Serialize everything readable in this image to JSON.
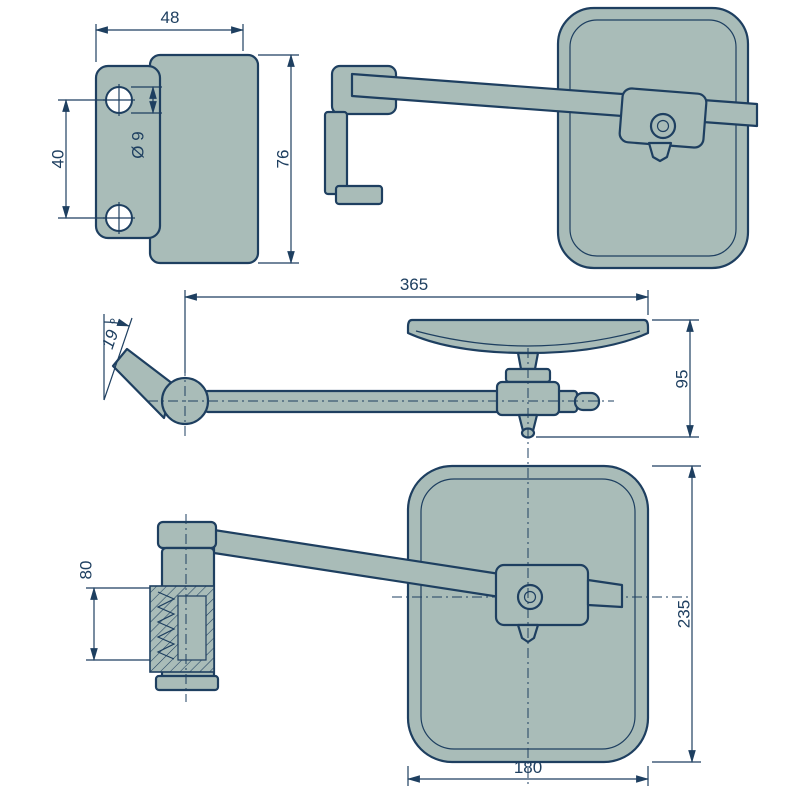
{
  "drawing": {
    "colors": {
      "bg": "#ffffff",
      "line": "#1e3f60",
      "fill": "#a9bcb8"
    },
    "dims": {
      "bracket_width": "48",
      "hole_spacing": "40",
      "hole_diameter": "Ø 9",
      "bracket_height": "76",
      "arm_length": "365",
      "tilt_angle": "19 °",
      "head_depth": "95",
      "spring_length": "80",
      "mirror_height": "235",
      "mirror_width": "180"
    }
  }
}
